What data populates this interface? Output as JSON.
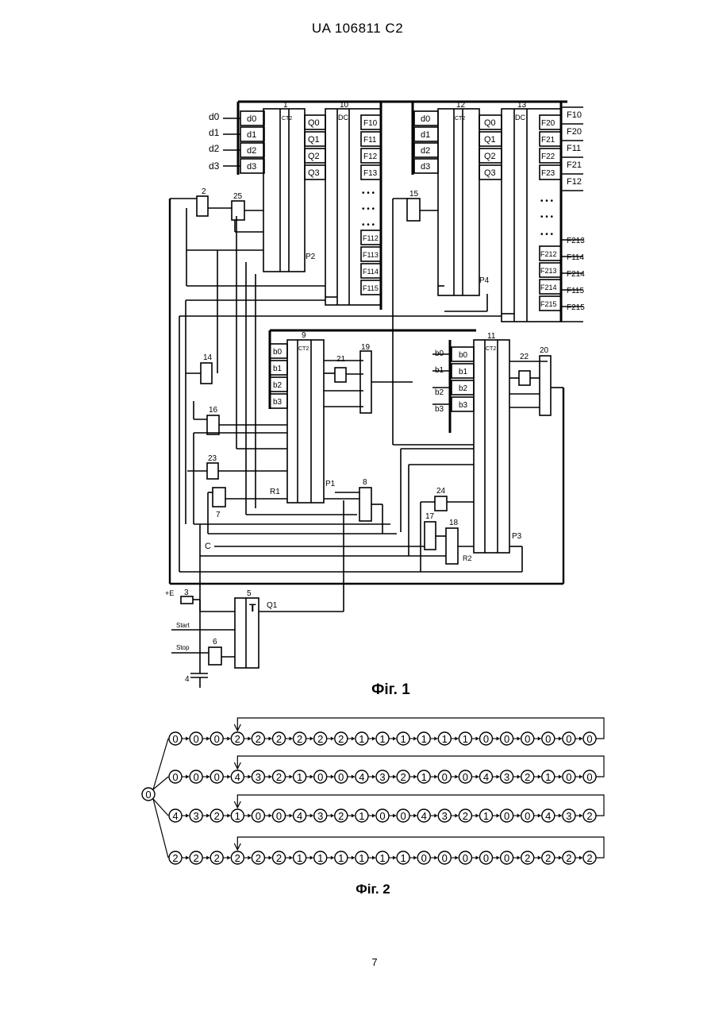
{
  "header": "UA   106811   C2",
  "fig1_caption": "Фіг. 1",
  "fig2_caption": "Фіг. 2",
  "page_number": "7",
  "fig1": {
    "block1_inputs": [
      "d0",
      "d1",
      "d2",
      "d3"
    ],
    "block1_data_labels": [
      "d0",
      "d1",
      "d2",
      "d3"
    ],
    "block12_data_labels": [
      "d0",
      "d1",
      "d2",
      "d3"
    ],
    "q_labels": [
      "Q0",
      "Q1",
      "Q2",
      "Q3"
    ],
    "f1_outputs_top": [
      "F10",
      "F11",
      "F12",
      "F13"
    ],
    "f1_outputs_bottom": [
      "F112",
      "F113",
      "F114",
      "F115"
    ],
    "f2_outputs_top": [
      "F20",
      "F21",
      "F22",
      "F23"
    ],
    "f2_outputs_bottom": [
      "F212",
      "F213",
      "F214",
      "F215"
    ],
    "f_right_top": [
      "F10",
      "F20",
      "F11",
      "F21",
      "F12"
    ],
    "f_right_bottom": [
      "F213",
      "F114",
      "F214",
      "F115",
      "F215"
    ],
    "b_labels_9": [
      "b0",
      "b1",
      "b2",
      "b3"
    ],
    "b_labels_11_in": [
      "b0",
      "b1",
      "b2",
      "b3"
    ],
    "b_labels_11": [
      "b0",
      "b1",
      "b2",
      "b3"
    ],
    "ct2": "CT2",
    "dc": "DC",
    "element_numbers": [
      "1",
      "10",
      "12",
      "13",
      "2",
      "25",
      "15",
      "9",
      "21",
      "19",
      "11",
      "22",
      "20",
      "14",
      "16",
      "23",
      "7",
      "8",
      "24",
      "17",
      "18",
      "3",
      "5",
      "6",
      "4"
    ],
    "misc": {
      "E_plus": "+E",
      "start": "Start",
      "stop": "Stop",
      "q1": "Q1",
      "c_label": "C",
      "p1": "P1",
      "p2": "P2",
      "p3": "P3",
      "p4": "P4",
      "r1": "R1",
      "r2": "R2"
    }
  },
  "fig2": {
    "root": "0",
    "rows": [
      [
        "0",
        "0",
        "0",
        "2",
        "2",
        "2",
        "2",
        "2",
        "2",
        "1",
        "1",
        "1",
        "1",
        "1",
        "1",
        "0",
        "0",
        "0",
        "0",
        "0",
        "0"
      ],
      [
        "0",
        "0",
        "0",
        "4",
        "3",
        "2",
        "1",
        "0",
        "0",
        "4",
        "3",
        "2",
        "1",
        "0",
        "0",
        "4",
        "3",
        "2",
        "1",
        "0",
        "0"
      ],
      [
        "4",
        "3",
        "2",
        "1",
        "0",
        "0",
        "4",
        "3",
        "2",
        "1",
        "0",
        "0",
        "4",
        "3",
        "2",
        "1",
        "0",
        "0",
        "4",
        "3",
        "2"
      ],
      [
        "2",
        "2",
        "2",
        "2",
        "2",
        "2",
        "1",
        "1",
        "1",
        "1",
        "1",
        "1",
        "0",
        "0",
        "0",
        "0",
        "0",
        "2",
        "2",
        "2",
        "2"
      ]
    ]
  }
}
